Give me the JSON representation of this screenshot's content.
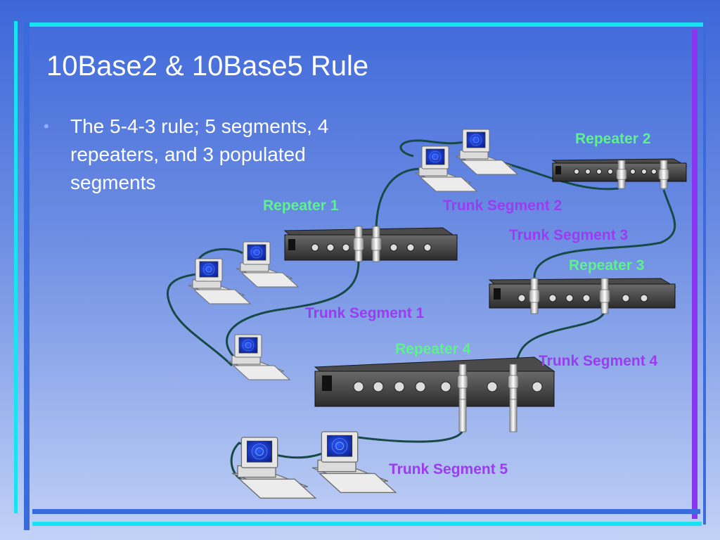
{
  "title": "10Base2 & 10Base5 Rule",
  "bullet": "The 5-4-3 rule; 5 segments, 4 repeaters, and 3 populated segments",
  "colors": {
    "repeater_label": "#5ef28c",
    "trunk_label": "#9b3cf0",
    "cable": "#174a46",
    "frame_cyan": "#19e3f2",
    "frame_blue": "#3a6bdd",
    "frame_purple": "#8a35f2"
  },
  "diagram": {
    "repeaters": [
      {
        "label": "Repeater 1"
      },
      {
        "label": "Repeater 2"
      },
      {
        "label": "Repeater 3"
      },
      {
        "label": "Repeater 4"
      }
    ],
    "trunk_segments": [
      {
        "label": "Trunk Segment 1"
      },
      {
        "label": "Trunk Segment 2"
      },
      {
        "label": "Trunk Segment 3"
      },
      {
        "label": "Trunk Segment 4"
      },
      {
        "label": "Trunk Segment 5"
      }
    ],
    "icons": {
      "repeater": "repeater-hub-icon",
      "computer": "desktop-computer-icon",
      "connector": "bnc-connector-icon"
    }
  }
}
